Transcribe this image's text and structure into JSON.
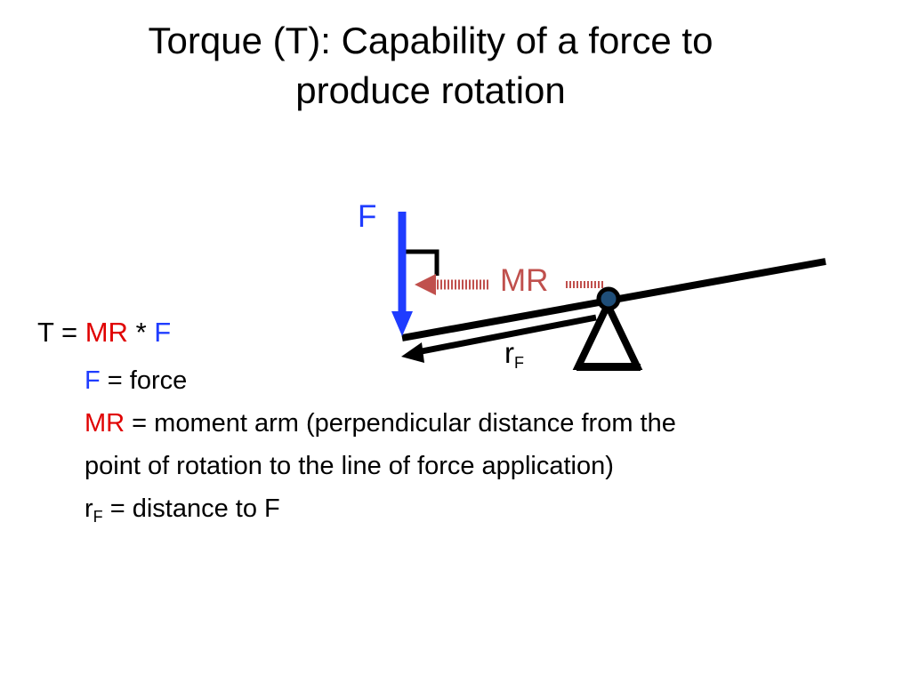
{
  "slide": {
    "title_line1": "Torque (T): Capability of a force to",
    "title_line2": "produce rotation"
  },
  "diagram": {
    "force_label": "F",
    "moment_arm_label": "MR",
    "distance_label_main": "r",
    "distance_label_sub": "F"
  },
  "equation": {
    "lhs": "T =",
    "term1": "MR",
    "operator": "*",
    "term2": "F"
  },
  "definitions": {
    "f_symbol": "F",
    "f_text": "= force",
    "mr_symbol": "MR",
    "mr_text": "= moment arm (perpendicular distance from the",
    "mr_text_cont": "point of rotation to the line of force application)",
    "rf_main": "r",
    "rf_sub": "F",
    "rf_text": "= distance to F"
  },
  "colors": {
    "force_blue": "#1f3cff",
    "moment_arm_red": "#c0504d",
    "symbol_red": "#e00000",
    "pivot_fill": "#1f4e79",
    "ink": "#000000"
  }
}
